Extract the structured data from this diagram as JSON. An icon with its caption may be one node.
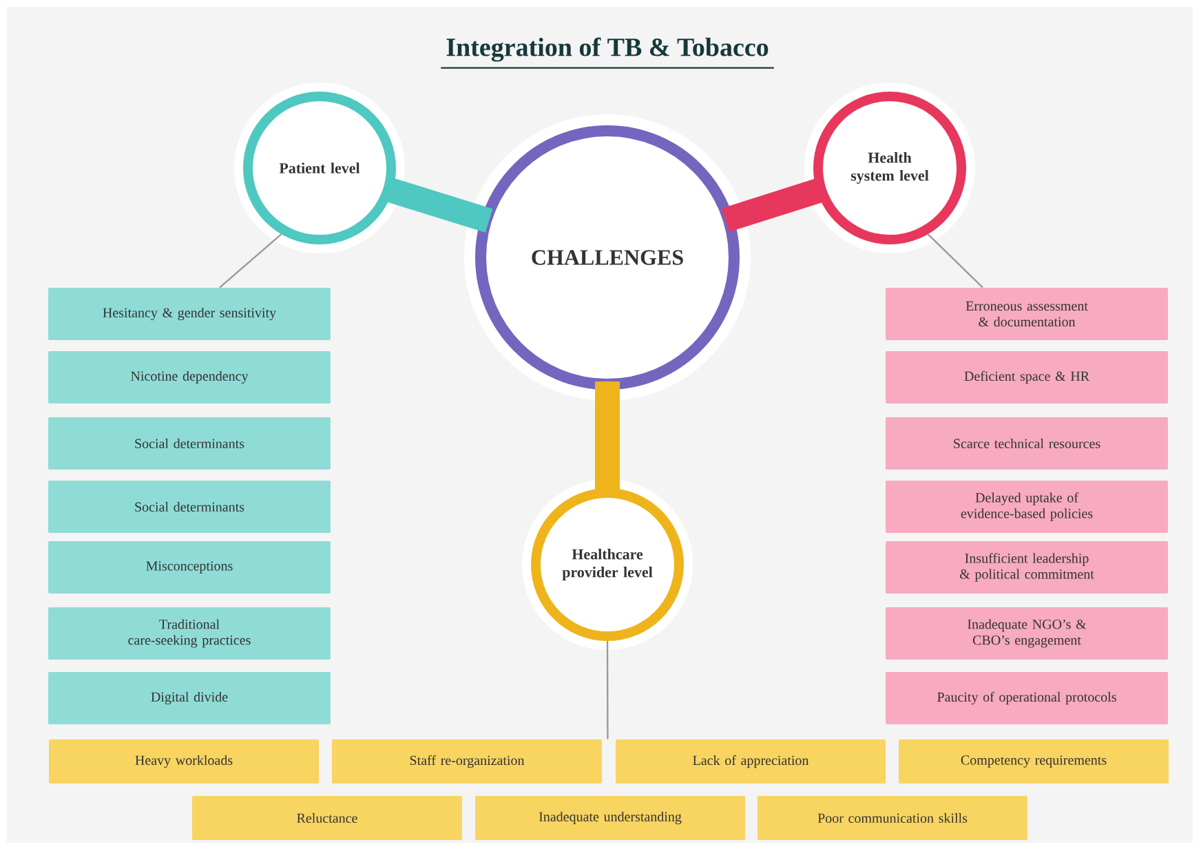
{
  "diagram": {
    "title": "Integration of TB & Tobacco",
    "nodes": [
      {
        "text": [
          "CHALLENGES"
        ]
      },
      {
        "text": [
          "Patient level"
        ]
      },
      {
        "text": [
          "Health system level"
        ]
      },
      {
        "text": [
          "Healthcare provider level"
        ]
      },
      {
        "text": [
          "Hesitancy & gender sensitivity"
        ]
      },
      {
        "text": [
          "Nicotine dependency"
        ]
      },
      {
        "text": [
          "Social determinants"
        ]
      },
      {
        "text": [
          "Social determinants"
        ]
      },
      {
        "text": [
          "Misconceptions"
        ]
      },
      {
        "text": [
          "Traditional care-seeking practices"
        ]
      },
      {
        "text": [
          "Digital divide"
        ]
      },
      {
        "text": [
          "Erroneous assessment & documentation"
        ]
      },
      {
        "text": [
          "Deficient space & HR"
        ]
      },
      {
        "text": [
          "Scarce technical resources"
        ]
      },
      {
        "text": [
          "Delayed uptake of evidence-based policies"
        ]
      },
      {
        "text": [
          "Insufficient leadership & political commitment"
        ]
      },
      {
        "text": [
          "Inadequate NGO’s & CBO’s engagement"
        ]
      },
      {
        "text": [
          "Paucity of operational protocols"
        ]
      },
      {
        "text": [
          "Heavy workloads"
        ]
      },
      {
        "text": [
          "Staff re-organization"
        ]
      },
      {
        "text": [
          "Lack of appreciation"
        ]
      },
      {
        "text": [
          "Competency requirements"
        ]
      },
      {
        "text": [
          "Reluctance"
        ]
      },
      {
        "text": [
          "Inadequate understanding"
        ]
      },
      {
        "text": [
          "Poor communication skills"
        ]
      }
    ],
    "edges": [
      {
        "from": 1,
        "to": 0,
        "arrow": "none",
        "style": "thick",
        "color": "#4ec8c1"
      },
      {
        "from": 2,
        "to": 0,
        "arrow": "none",
        "style": "thick",
        "color": "#e8375c"
      },
      {
        "from": 3,
        "to": 0,
        "arrow": "none",
        "style": "thick",
        "color": "#efb41b"
      },
      {
        "from": 1,
        "to": 4,
        "arrow": "none",
        "color": "#9a9a9a"
      },
      {
        "from": 2,
        "to": 11,
        "arrow": "none",
        "color": "#9a9a9a"
      },
      {
        "from": 3,
        "to": 19,
        "arrow": "none",
        "color": "#9a9a9a"
      }
    ]
  }
}
